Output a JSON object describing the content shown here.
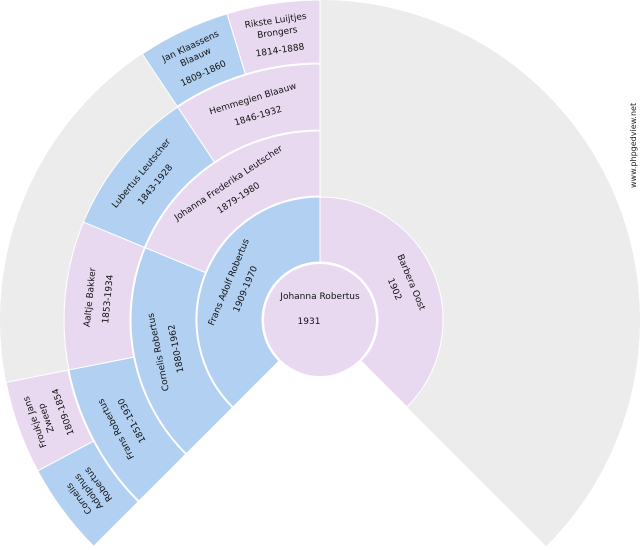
{
  "colors": {
    "male": "#b2d0f1",
    "female": "#e8d9f1",
    "empty": "#ececec",
    "separator": "#ffffff"
  },
  "watermark": "www.phpgedview.net",
  "root": {
    "name_lines": [
      "Johanna Robertus"
    ],
    "years": "1931",
    "sex": "female"
  },
  "ancestors": [
    {
      "ring": 1,
      "slot": 0,
      "sex": "male",
      "name_lines": [
        "Frans Adolf Robertus"
      ],
      "years": "1909-1970"
    },
    {
      "ring": 1,
      "slot": 1,
      "sex": "female",
      "name_lines": [
        "Barbera Oost"
      ],
      "years": "1902"
    },
    {
      "ring": 2,
      "slot": 0,
      "sex": "male",
      "name_lines": [
        "Cornelis Robertus"
      ],
      "years": "1880-1962"
    },
    {
      "ring": 2,
      "slot": 1,
      "sex": "female",
      "name_lines": [
        "Johanna Frederika Leutscher"
      ],
      "years": "1879-1980"
    },
    {
      "ring": 3,
      "slot": 0,
      "sex": "male",
      "name_lines": [
        "Frans Robertus"
      ],
      "years": "1851-1930"
    },
    {
      "ring": 3,
      "slot": 1,
      "sex": "female",
      "name_lines": [
        "Aaltje Bakker"
      ],
      "years": "1853-1934"
    },
    {
      "ring": 3,
      "slot": 2,
      "sex": "male",
      "name_lines": [
        "Lubertus Leutscher"
      ],
      "years": "1843-1928"
    },
    {
      "ring": 3,
      "slot": 3,
      "sex": "female",
      "name_lines": [
        "Hemmegien Blaauw"
      ],
      "years": "1846-1932"
    },
    {
      "ring": 4,
      "slot": 0,
      "sex": "male",
      "name_lines": [
        "Cornelis",
        "Adolphus",
        "Robertus"
      ],
      "years": ""
    },
    {
      "ring": 4,
      "slot": 1,
      "sex": "female",
      "name_lines": [
        "Froukje Jans",
        "Zweep"
      ],
      "years": "1809-1854"
    },
    {
      "ring": 4,
      "slot": 6,
      "sex": "male",
      "name_lines": [
        "Jan Klaassens",
        "Blaauw"
      ],
      "years": "1809-1860"
    },
    {
      "ring": 4,
      "slot": 7,
      "sex": "female",
      "name_lines": [
        "Rikste Luijtjes",
        "Brongers"
      ],
      "years": "1814-1888"
    }
  ]
}
